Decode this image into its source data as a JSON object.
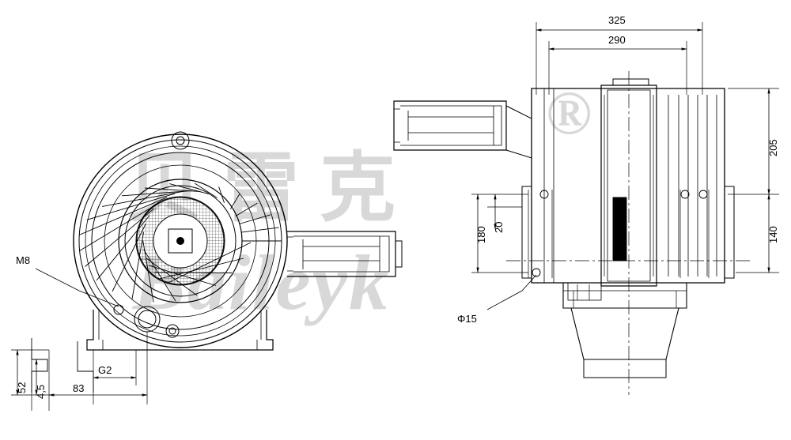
{
  "drawing": {
    "title": "blower-technical-drawing",
    "views": [
      "front-view",
      "side-view"
    ],
    "watermark": {
      "chinese": "贝雷克",
      "english": "Baileyk",
      "registered": "®",
      "color": "#d8d8d8"
    },
    "line_color": "#000000",
    "background": "#ffffff"
  },
  "dimensions": {
    "front": {
      "m8": "M8",
      "v52": "52",
      "v45": "4,5",
      "g2": "G2",
      "h83": "83"
    },
    "side": {
      "top325": "325",
      "top290": "290",
      "right205": "205",
      "right140": "140",
      "left180": "180",
      "left20": "20",
      "hole": "Φ15"
    }
  }
}
